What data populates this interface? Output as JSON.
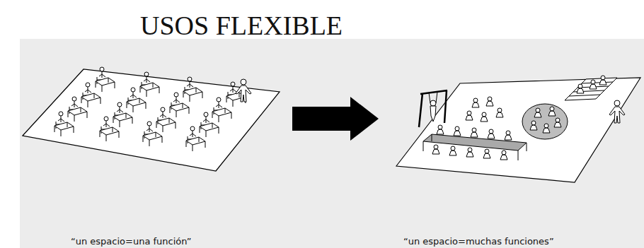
{
  "diagram": {
    "title": "USOS FLEXIBLE",
    "nodes": [
      {
        "text": [
          "“un espacio=una función”"
        ]
      },
      {
        "text": [
          "“un espacio=muchas funciones”"
        ]
      }
    ],
    "edges": [
      {
        "from": 0,
        "to": 1,
        "arrow": "to"
      }
    ]
  }
}
